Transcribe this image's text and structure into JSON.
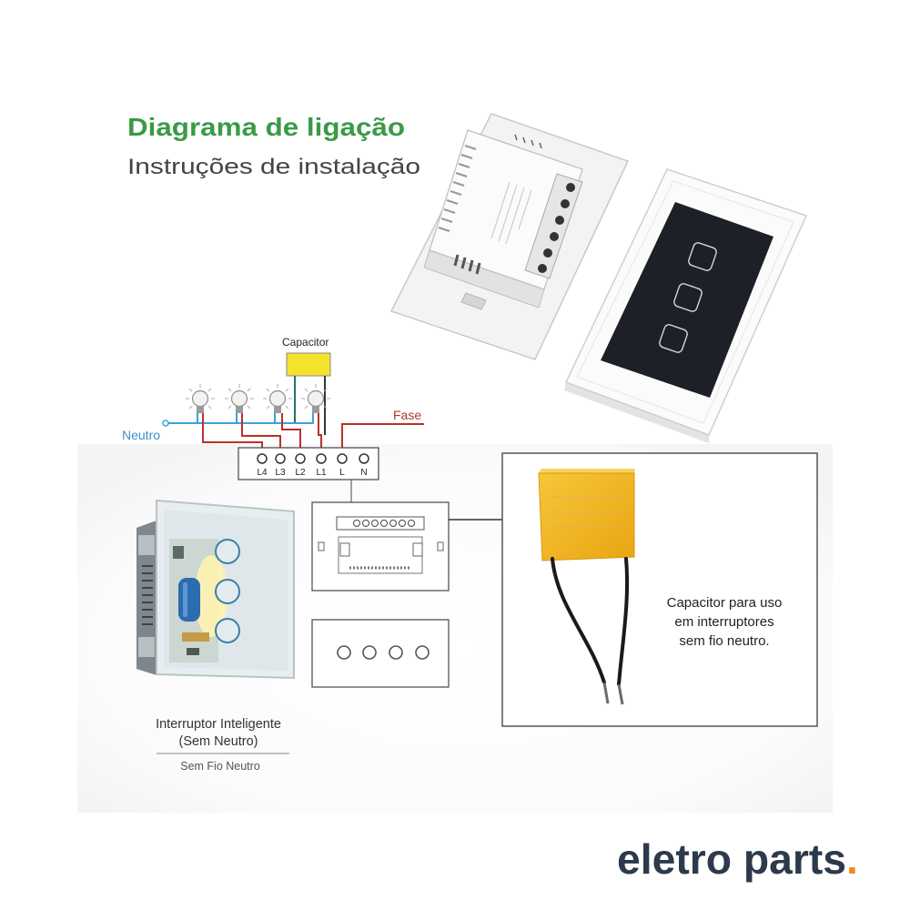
{
  "header": {
    "title": "Diagrama de ligação",
    "subtitle": "Instruções de instalação"
  },
  "wiring": {
    "capacitor_label": "Capacitor",
    "neutral_label": "Neutro",
    "phase_label": "Fase",
    "terminals": [
      "L4",
      "L3",
      "L2",
      "L1",
      "L",
      "N"
    ],
    "lamp_count": 4
  },
  "capacitor_box": {
    "caption_lines": [
      "Capacitor para uso",
      "em interruptores",
      "sem fio neutro."
    ]
  },
  "switch_photo": {
    "caption_line1": "Interruptor Inteligente",
    "caption_line2": "(Sem Neutro)",
    "caption_note": "Sem Fio Neutro",
    "touch_buttons": 3
  },
  "front_drawing": {
    "touch_buttons": 4
  },
  "brand": {
    "logo_text": "eletro parts",
    "logo_dot": "."
  },
  "colors": {
    "title_green": "#3a9a46",
    "subtitle_gray": "#444444",
    "neutral_blue": "#3ea1d8",
    "phase_red": "#b8332a",
    "capacitor_yellow": "#f3b21b",
    "brand_navy": "#2d3a4b",
    "brand_orange": "#f08a1c"
  },
  "icons": [
    "light-bulb-icon",
    "arrow-right-icon"
  ]
}
